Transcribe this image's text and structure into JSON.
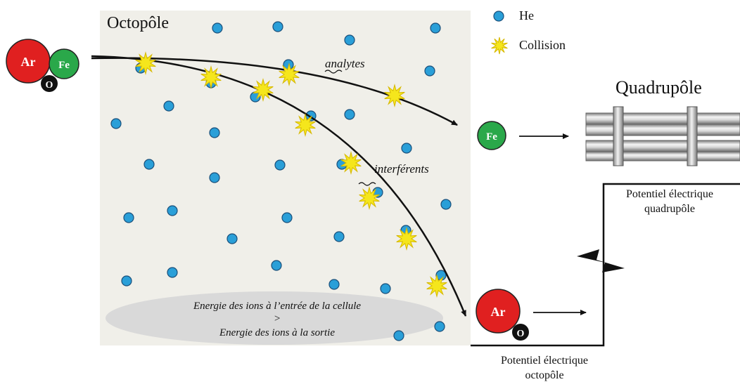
{
  "octopole": {
    "title": "Octopôle"
  },
  "legend": {
    "he": "He",
    "collision": "Collision"
  },
  "quadrupole": {
    "title": "Quadrupôle"
  },
  "paths": {
    "analytes": "analytes",
    "interferents": "interférents"
  },
  "ions": {
    "ar": "Ar",
    "fe": "Fe",
    "o": "O"
  },
  "energy": {
    "line1": "Energie des ions à l’entrée de la cellule",
    "line2": ">",
    "line3": "Energie des ions à la sortie"
  },
  "potential": {
    "quad_line1": "Potentiel électrique",
    "quad_line2": "quadrupôle",
    "octo_line1": "Potentiel électrique",
    "octo_line2": "octopôle"
  },
  "colors": {
    "he_fill": "#2a9fd8",
    "collision": "#f5e61c",
    "ar": "#e02020",
    "fe": "#2aa84a",
    "o": "#111111",
    "octopole_bg": "#f0efe9",
    "ellipse": "#d9d9d9"
  }
}
